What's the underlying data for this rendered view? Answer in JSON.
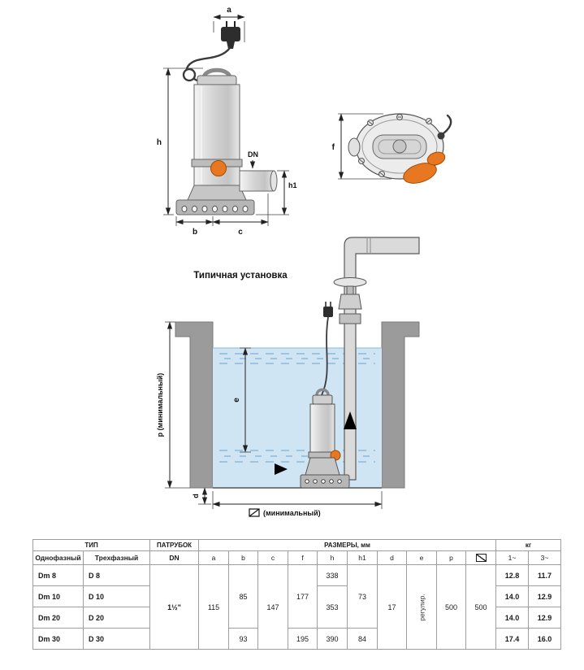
{
  "colors": {
    "float_orange": "#e87722",
    "float_orange_stroke": "#a34c00",
    "water_blue": "#cfe5f3",
    "concrete_gray": "#9b9b9b"
  },
  "pump_drawing": {
    "dim_a": "a",
    "dim_h": "h",
    "dim_dn": "DN",
    "dim_h1": "h1",
    "dim_b": "b",
    "dim_c": "c",
    "dim_f": "f"
  },
  "installation": {
    "title": "Типичная установка",
    "dim_p": "p (минимальный)",
    "dim_e": "e",
    "dim_d": "d",
    "pit_min_text": "(минимальный)",
    "pit_icon": "square-diagonal-icon"
  },
  "table": {
    "header": {
      "type": "ТИП",
      "port": "ПАТРУБОК",
      "sizes": "РАЗМЕРЫ, мм",
      "kg": "кг",
      "single": "Однофазный",
      "three": "Трехфазный",
      "dn": "DN",
      "cols": [
        "a",
        "b",
        "c",
        "f",
        "h",
        "h1",
        "d",
        "e",
        "p"
      ],
      "pit_icon": "square-diagonal-icon",
      "kg1": "1~",
      "kg3": "3~"
    },
    "merged": {
      "dn": "1½\"",
      "a": "115",
      "b": "85",
      "c": "147",
      "f": "177",
      "h1": "73",
      "d": "17",
      "e": "регулир.",
      "p": "500",
      "pit": "500"
    },
    "rows": [
      {
        "single": "Dm 8",
        "three": "D 8",
        "h": "338",
        "kg1": "12.8",
        "kg3": "11.7"
      },
      {
        "single": "Dm 10",
        "three": "D 10",
        "h": "353",
        "kg1": "14.0",
        "kg3": "12.9"
      },
      {
        "single": "Dm 20",
        "three": "D 20",
        "kg1": "14.0",
        "kg3": "12.9"
      },
      {
        "single": "Dm 30",
        "three": "D 30",
        "b": "93",
        "f": "195",
        "h": "390",
        "h1": "84",
        "kg1": "17.4",
        "kg3": "16.0"
      }
    ]
  }
}
